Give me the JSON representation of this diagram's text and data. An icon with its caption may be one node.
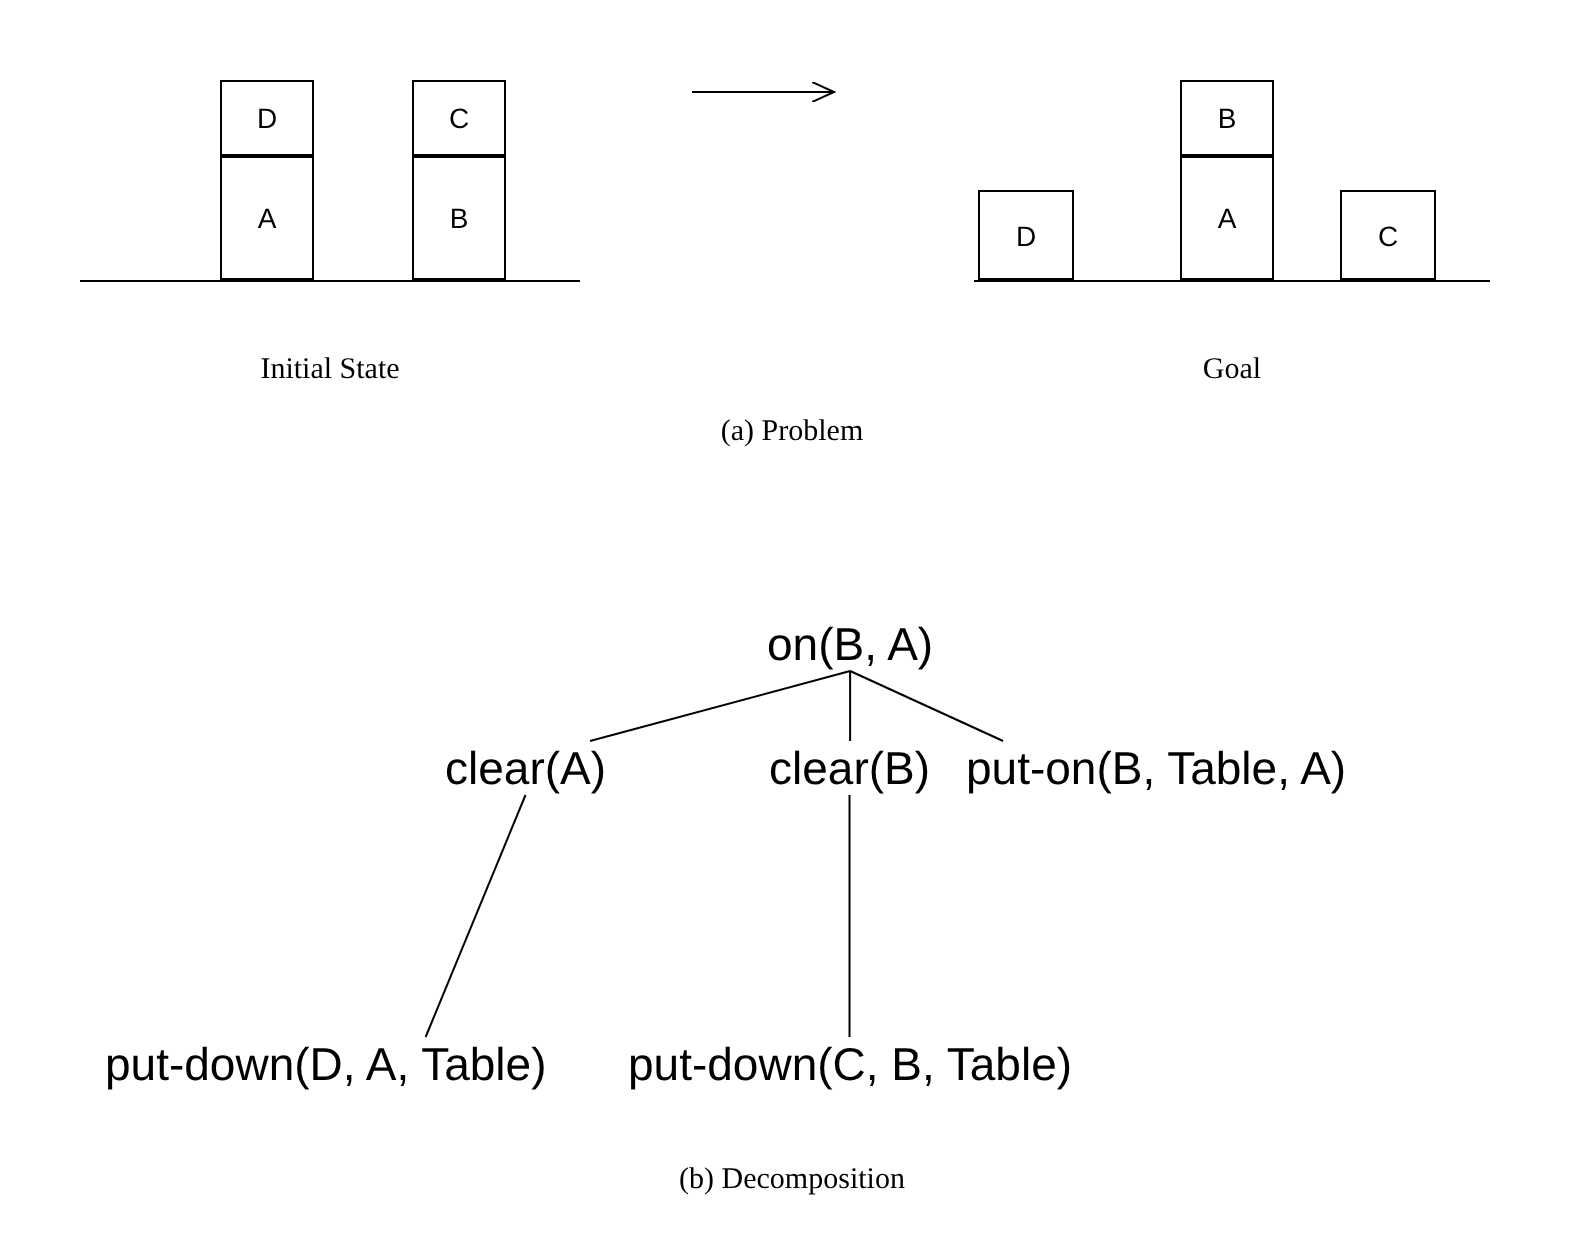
{
  "diagram": {
    "nodes": [
      {
        "text": [
          "Initial State"
        ]
      },
      {
        "text": [
          "D"
        ],
        "in": 0
      },
      {
        "text": [
          "C"
        ],
        "in": 0
      },
      {
        "text": [
          "A"
        ],
        "in": 0
      },
      {
        "text": [
          "B"
        ],
        "in": 0
      },
      {
        "text": [
          "Goal"
        ]
      },
      {
        "text": [
          "B"
        ],
        "in": 5
      },
      {
        "text": [
          "D"
        ],
        "in": 5
      },
      {
        "text": [
          "A"
        ],
        "in": 5
      },
      {
        "text": [
          "C"
        ],
        "in": 5
      },
      {
        "text": [
          "on(B, A)"
        ]
      },
      {
        "text": [
          "clear(A)"
        ]
      },
      {
        "text": [
          "clear(B)"
        ]
      },
      {
        "text": [
          "put-on(B, Table, A)"
        ]
      },
      {
        "text": [
          "put-down(D, A, Table)"
        ]
      },
      {
        "text": [
          "put-down(C, B, Table)"
        ]
      }
    ],
    "edges": [
      {
        "from": 0,
        "to": 5,
        "arrow": "to"
      },
      {
        "from": 10,
        "to": 11,
        "arrow": "none"
      },
      {
        "from": 10,
        "to": 12,
        "arrow": "none"
      },
      {
        "from": 10,
        "to": 13,
        "arrow": "none"
      },
      {
        "from": 11,
        "to": 14,
        "arrow": "none"
      },
      {
        "from": 12,
        "to": 15,
        "arrow": "none"
      }
    ],
    "labels": [
      "(a) Problem",
      "(b) Decomposition"
    ]
  }
}
